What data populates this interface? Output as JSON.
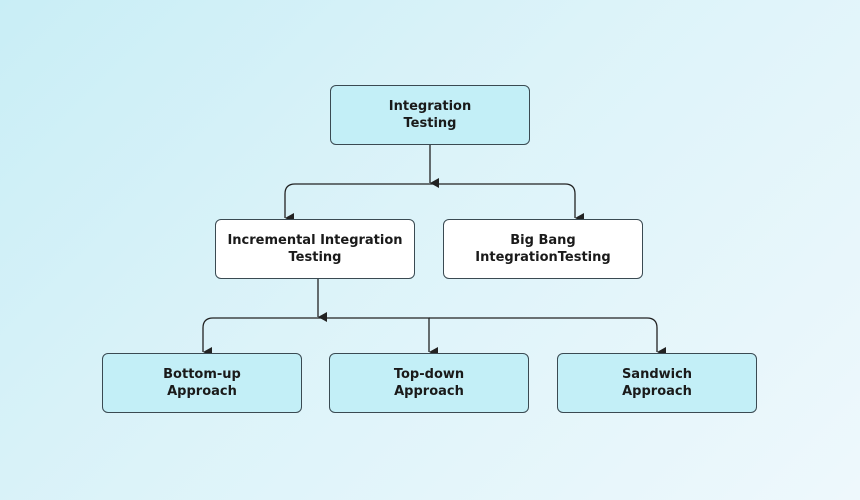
{
  "diagram": {
    "type": "tree",
    "colors": {
      "root_fill": "#c3eff7",
      "category_fill": "#ffffff",
      "leaf_fill": "#c3eff7",
      "stroke": "#3a4a52",
      "text": "#1a1a1a"
    },
    "root": {
      "id": "integration-testing",
      "lines": [
        "Integration",
        "Testing"
      ]
    },
    "categories": [
      {
        "id": "incremental-integration-testing",
        "lines": [
          "Incremental Integration",
          "Testing"
        ]
      },
      {
        "id": "big-bang-integration-testing",
        "lines": [
          "Big Bang",
          "IntegrationTesting"
        ]
      }
    ],
    "approaches": [
      {
        "id": "bottom-up-approach",
        "lines": [
          "Bottom-up",
          "Approach"
        ]
      },
      {
        "id": "top-down-approach",
        "lines": [
          "Top-down",
          "Approach"
        ]
      },
      {
        "id": "sandwich-approach",
        "lines": [
          "Sandwich",
          "Approach"
        ]
      }
    ],
    "edges": [
      {
        "from": "integration-testing",
        "to": "incremental-integration-testing"
      },
      {
        "from": "integration-testing",
        "to": "big-bang-integration-testing"
      },
      {
        "from": "incremental-integration-testing",
        "to": "bottom-up-approach"
      },
      {
        "from": "incremental-integration-testing",
        "to": "top-down-approach"
      },
      {
        "from": "incremental-integration-testing",
        "to": "sandwich-approach"
      }
    ]
  }
}
